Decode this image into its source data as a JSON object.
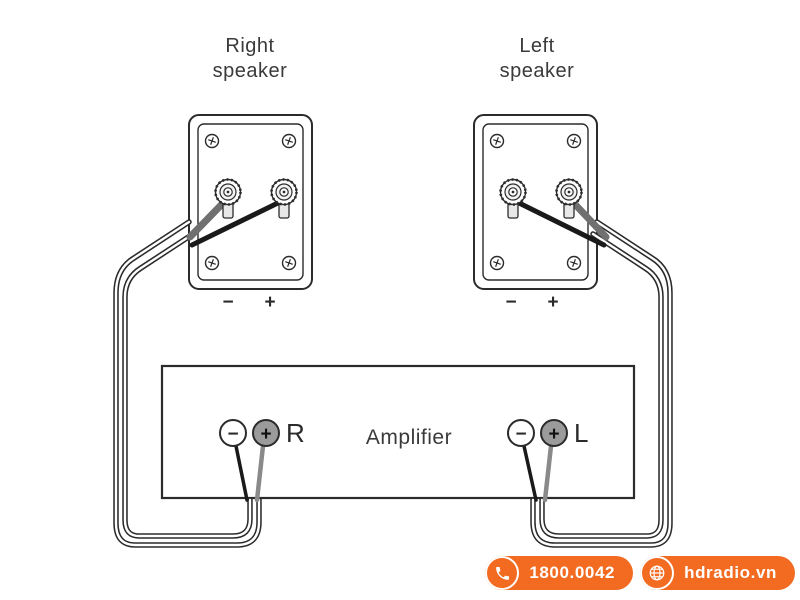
{
  "page": {
    "background": "#ffffff"
  },
  "diagram": {
    "right_speaker": {
      "label_line1": "Right",
      "label_line2": "speaker",
      "minus": "−",
      "plus": "+"
    },
    "left_speaker": {
      "label_line1": "Left",
      "label_line2": "speaker",
      "minus": "−",
      "plus": "+"
    },
    "amplifier": {
      "label": "Amplifier",
      "right_channel": {
        "label": "R",
        "minus": "−",
        "plus": "+"
      },
      "left_channel": {
        "label": "L",
        "minus": "−",
        "plus": "+"
      }
    }
  },
  "footer": {
    "accent_color": "#F26B21",
    "phone": {
      "text": "1800.0042",
      "icon": "phone-icon"
    },
    "website": {
      "text": "hdradio.vn",
      "icon": "globe-icon"
    }
  }
}
